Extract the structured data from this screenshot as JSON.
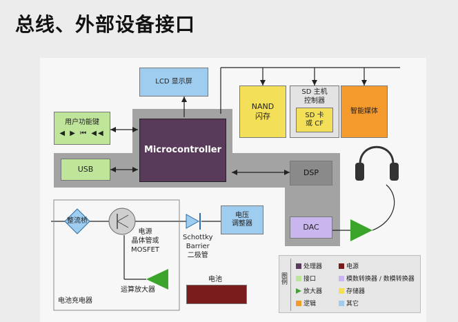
{
  "title": "总线、外部设备接口",
  "blocks": {
    "lcd": "LCD 显示屏",
    "user_keys": "用户功能键",
    "microcontroller": "Microcontroller",
    "usb": "USB",
    "nand": "NAND\n闪存",
    "sd_host": "SD 主机\n控制器",
    "sd_card": "SD 卡\n或 CF",
    "media": "智能媒体",
    "dsp": "DSP",
    "dac": "DAC",
    "bridge": "整流桥",
    "mosfet": "电源\n晶体管或\nMOSFET",
    "schottky": "Schottky\nBarrier\n二极管",
    "regulator": "电压\n调整器",
    "opamp": "运算放大器",
    "battery": "电池",
    "charger": "电池充电器"
  },
  "legend": {
    "title": "图例",
    "items": [
      {
        "label": "处理器",
        "color": "#5a3a5a"
      },
      {
        "label": "电源",
        "color": "#7b1c1c"
      },
      {
        "label": "接口",
        "color": "#bfe59a"
      },
      {
        "label": "模数转换器 / 数模转换器",
        "color": "#c9b6ef"
      },
      {
        "label": "放大器",
        "color": "#3aa52a"
      },
      {
        "label": "存储器",
        "color": "#f3df58"
      },
      {
        "label": "逻辑",
        "color": "#f59a2c"
      },
      {
        "label": "其它",
        "color": "#9fcdf0"
      }
    ]
  }
}
